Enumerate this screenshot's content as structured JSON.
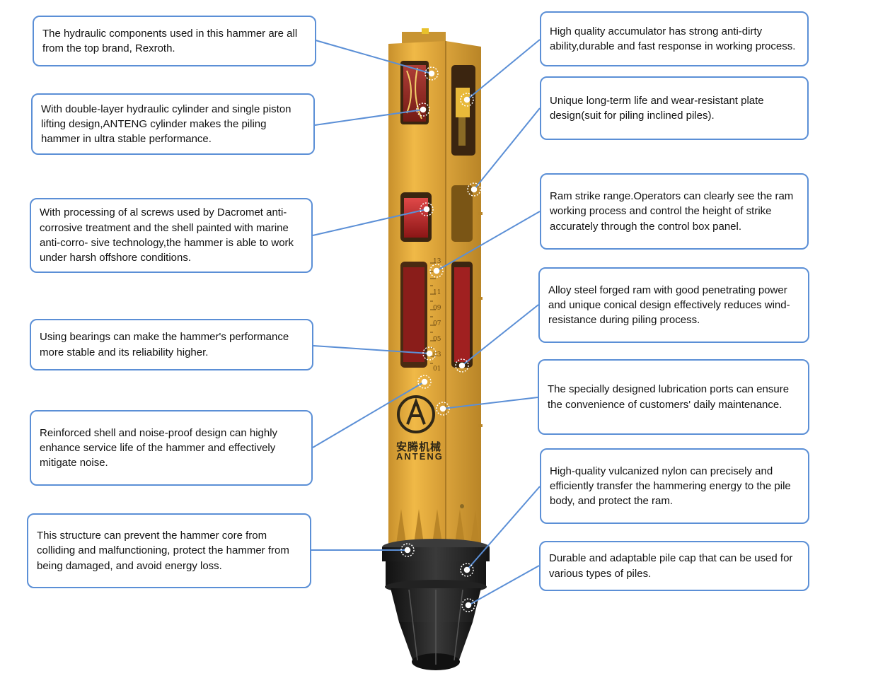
{
  "callouts_left": [
    {
      "id": "rexroth",
      "text": "The hydraulic components used in this hammer are all from the top brand, Rexroth."
    },
    {
      "id": "cylinder",
      "text": "With double-layer hydraulic cylinder and single piston lifting design,ANTENG cylinder makes the piling hammer in ultra stable performance."
    },
    {
      "id": "dacromet",
      "text": "With processing of al screws used by Dacromet anti-corrosive treatment and the shell painted with marine anti-corro- sive technology,the hammer is able to work under harsh offshore conditions."
    },
    {
      "id": "bearings",
      "text": "Using bearings can make the hammer's performance more stable and its reliability higher."
    },
    {
      "id": "shell",
      "text": "Reinforced shell and noise-proof design can highly enhance service life of the hammer and effectively mitigate noise."
    },
    {
      "id": "structure",
      "text": "This structure can prevent the hammer core from colliding and malfunctioning, protect the hammer from being damaged, and avoid energy loss."
    }
  ],
  "callouts_right": [
    {
      "id": "accumulator",
      "text": "High quality accumulator has strong anti-dirty ability,durable and fast response in working process."
    },
    {
      "id": "plate",
      "text": "Unique long-term life and wear-resistant plate design(suit for piling inclined piles)."
    },
    {
      "id": "ram-strike",
      "text": "Ram strike range.Operators can clearly see the ram working process and control the height of strike accurately through the control box panel."
    },
    {
      "id": "ram-forged",
      "text": "Alloy steel forged ram with good penetrating power and unique conical design effectively reduces wind-resistance during piling process."
    },
    {
      "id": "lubrication",
      "text": "The specially designed lubrication ports can ensure the convenience of customers' daily maintenance."
    },
    {
      "id": "nylon",
      "text": "High-quality vulcanized nylon can precisely and efficiently transfer the hammering energy to the pile body, and protect the ram."
    },
    {
      "id": "pile-cap",
      "text": "Durable and adaptable pile cap that can be used for various types of piles."
    }
  ],
  "brand": {
    "chinese": "安腾机械",
    "english": "ANTENG"
  },
  "scale_labels": [
    "13",
    "11",
    "09",
    "07",
    "05",
    "03",
    "01"
  ],
  "colors": {
    "frame": "#e2a93a",
    "frame_dark": "#b9852a",
    "callout_border": "#5b8fd6",
    "leader": "#5b8fd6",
    "base": "#2a2a2a",
    "accent_red": "#c8262a"
  }
}
